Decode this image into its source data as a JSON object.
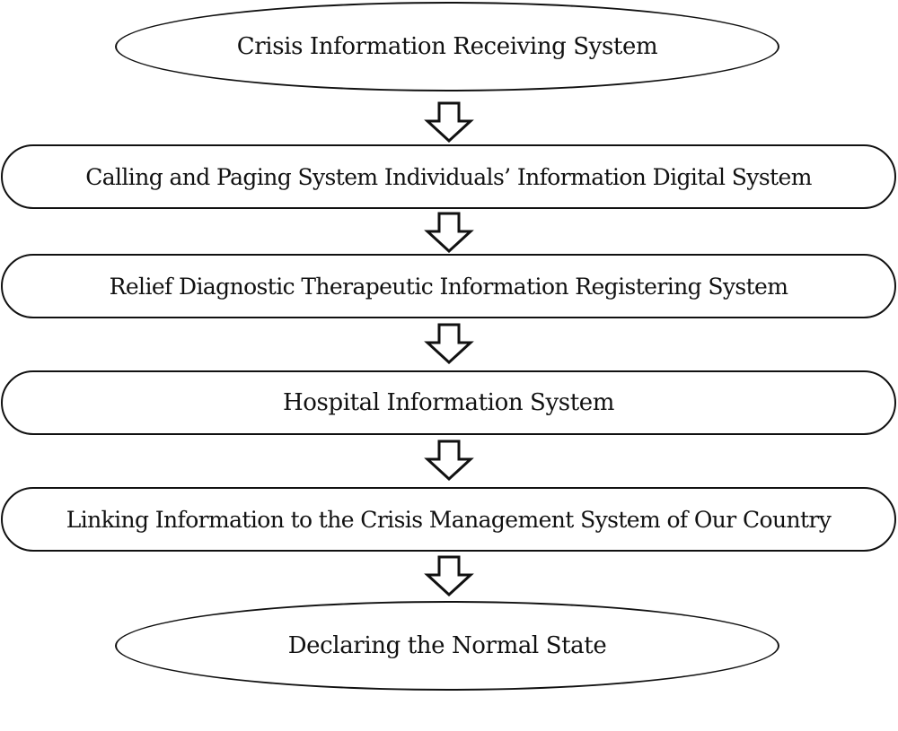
{
  "flowchart": {
    "nodes": [
      {
        "id": "n1",
        "shape": "ellipse",
        "label": "Crisis Information Receiving System"
      },
      {
        "id": "n2",
        "shape": "rounded-rect",
        "label": "Calling and Paging System Individuals’ Information Digital System"
      },
      {
        "id": "n3",
        "shape": "rounded-rect",
        "label": "Relief Diagnostic Therapeutic Information Registering System"
      },
      {
        "id": "n4",
        "shape": "rounded-rect",
        "label": "Hospital Information System"
      },
      {
        "id": "n5",
        "shape": "rounded-rect",
        "label": "Linking Information to the Crisis Management System of Our Country"
      },
      {
        "id": "n6",
        "shape": "ellipse",
        "label": "Declaring the Normal State"
      }
    ],
    "edges": [
      {
        "from": "n1",
        "to": "n2",
        "icon": "hollow-down-arrow-icon"
      },
      {
        "from": "n2",
        "to": "n3",
        "icon": "hollow-down-arrow-icon"
      },
      {
        "from": "n3",
        "to": "n4",
        "icon": "hollow-down-arrow-icon"
      },
      {
        "from": "n4",
        "to": "n5",
        "icon": "hollow-down-arrow-icon"
      },
      {
        "from": "n5",
        "to": "n6",
        "icon": "hollow-down-arrow-icon"
      }
    ],
    "colors": {
      "stroke": "#111111",
      "fill": "#ffffff",
      "text": "#111111"
    }
  }
}
